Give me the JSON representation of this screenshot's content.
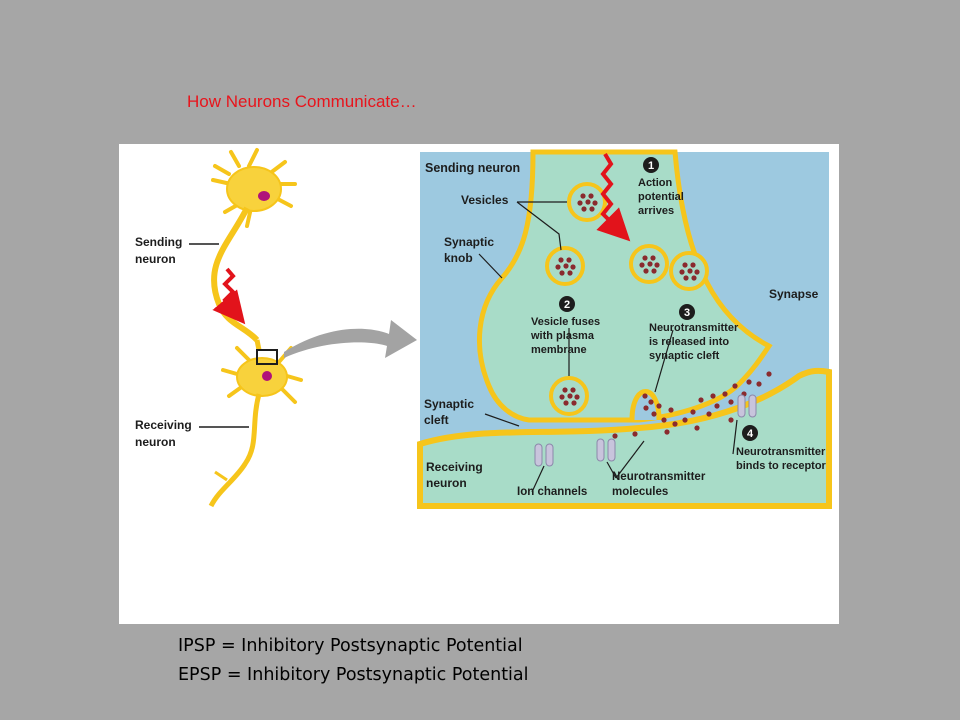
{
  "slide": {
    "title": "How Neurons Communicate…",
    "notes": [
      "IPSP = Inhibitory Postsynaptic Potential",
      "EPSP = Inhibitory Postsynaptic Potential"
    ]
  },
  "overview": {
    "sending_label": [
      "Sending",
      "neuron"
    ],
    "receiving_label": [
      "Receiving",
      "neuron"
    ]
  },
  "detail": {
    "sending_neuron": "Sending neuron",
    "vesicles": "Vesicles",
    "synaptic_knob": [
      "Synaptic",
      "knob"
    ],
    "synapse": "Synapse",
    "synaptic_cleft": [
      "Synaptic",
      "cleft"
    ],
    "receiving_neuron": [
      "Receiving",
      "neuron"
    ],
    "ion_channels": "Ion channels",
    "neurotransmitter_molecules": [
      "Neurotransmitter",
      "molecules"
    ],
    "steps": [
      {
        "number": "1",
        "lines": [
          "Action",
          "potential",
          "arrives"
        ]
      },
      {
        "number": "2",
        "lines": [
          "Vesicle fuses",
          "with plasma",
          "membrane"
        ]
      },
      {
        "number": "3",
        "lines": [
          "Neurotransmitter",
          "is released into",
          "synaptic cleft"
        ]
      },
      {
        "number": "4",
        "lines": [
          "Neurotransmitter",
          "binds to receptor"
        ]
      }
    ]
  },
  "colors": {
    "background": "#a6a6a6",
    "title": "#e8141c",
    "extracellular": "#9dc9e0",
    "cytoplasm": "#a8dcc8",
    "membrane": "#f6c51b",
    "neuron_body": "#f8d23c",
    "nucleus": "#b0127a",
    "signal_arrow": "#e2131b",
    "neurotransmitter": "#8a2a2e",
    "ion_channel": "#c8c4dc"
  }
}
